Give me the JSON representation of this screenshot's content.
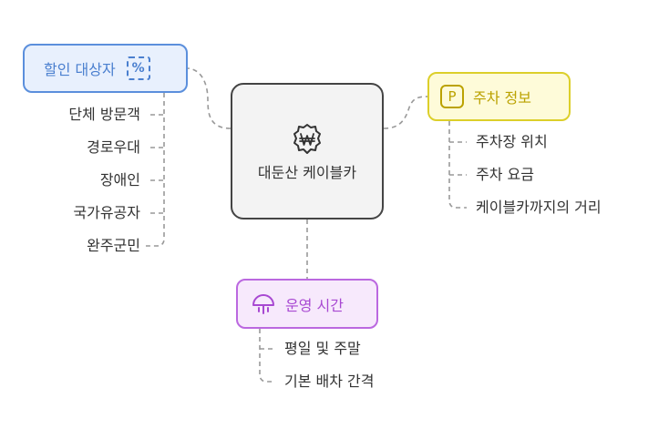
{
  "center": {
    "title": "대둔산 케이블카",
    "icon": "won-badge-icon"
  },
  "discount": {
    "label": "할인 대상자",
    "icon": "percent-icon",
    "items": [
      "단체 방문객",
      "경로우대",
      "장애인",
      "국가유공자",
      "완주군민"
    ]
  },
  "parking": {
    "label": "주차 정보",
    "icon": "parking-icon",
    "items": [
      "주차장 위치",
      "주차 요금",
      "케이블카까지의 거리"
    ]
  },
  "hours": {
    "label": "운영 시간",
    "icon": "umbrella-icon",
    "items": [
      "평일 및 주말",
      "기본 배차 간격"
    ]
  },
  "colors": {
    "discount": "#5b8fdc",
    "parking": "#dccf2a",
    "hours": "#bb68e0",
    "center": "#444444",
    "connector": "#999999"
  }
}
